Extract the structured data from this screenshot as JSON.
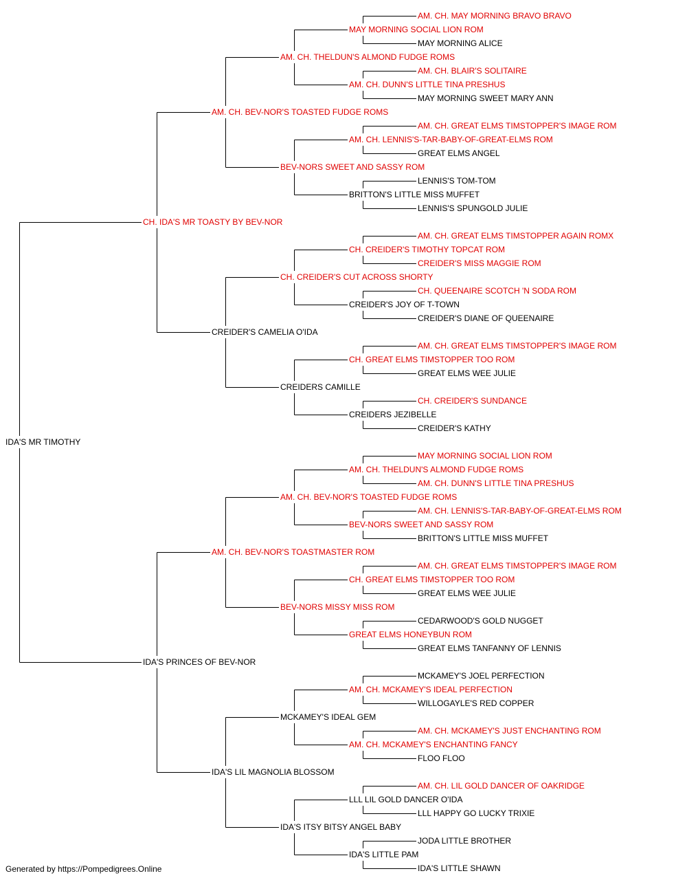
{
  "colors": {
    "champion": "#e00000",
    "plain": "#000000",
    "line": "#000000"
  },
  "footer": "Generated by https://Pompedigrees.Online",
  "pedigree": {
    "name": "IDA'S MR TIMOTHY",
    "champion": false,
    "sire": {
      "name": "CH. IDA'S MR TOASTY BY BEV-NOR",
      "champion": true,
      "sire": {
        "name": "AM. CH. BEV-NOR'S TOASTED FUDGE ROMS",
        "champion": true,
        "sire": {
          "name": "AM. CH. THELDUN'S ALMOND FUDGE ROMS",
          "champion": true,
          "sire": {
            "name": "MAY MORNING SOCIAL LION ROM",
            "champion": true,
            "sire": {
              "name": "AM. CH. MAY MORNING BRAVO BRAVO",
              "champion": true
            },
            "dam": {
              "name": "MAY MORNING ALICE",
              "champion": false
            }
          },
          "dam": {
            "name": "AM. CH. DUNN'S LITTLE TINA PRESHUS",
            "champion": true,
            "sire": {
              "name": "AM. CH. BLAIR'S SOLITAIRE",
              "champion": true
            },
            "dam": {
              "name": "MAY MORNING SWEET MARY ANN",
              "champion": false
            }
          }
        },
        "dam": {
          "name": "BEV-NORS SWEET AND SASSY ROM",
          "champion": true,
          "sire": {
            "name": "AM. CH. LENNIS'S-TAR-BABY-OF-GREAT-ELMS ROM",
            "champion": true,
            "sire": {
              "name": "AM. CH. GREAT ELMS TIMSTOPPER'S IMAGE ROM",
              "champion": true
            },
            "dam": {
              "name": "GREAT ELMS ANGEL",
              "champion": false
            }
          },
          "dam": {
            "name": "BRITTON'S LITTLE MISS MUFFET",
            "champion": false,
            "sire": {
              "name": "LENNIS'S TOM-TOM",
              "champion": false
            },
            "dam": {
              "name": "LENNIS'S SPUNGOLD JULIE",
              "champion": false
            }
          }
        }
      },
      "dam": {
        "name": "CREIDER'S CAMELIA O'IDA",
        "champion": false,
        "sire": {
          "name": "CH. CREIDER'S CUT ACROSS SHORTY",
          "champion": true,
          "sire": {
            "name": "CH. CREIDER'S TIMOTHY TOPCAT ROM",
            "champion": true,
            "sire": {
              "name": "AM. CH. GREAT ELMS TIMSTOPPER AGAIN ROMX",
              "champion": true
            },
            "dam": {
              "name": "CREIDER'S MISS MAGGIE ROM",
              "champion": true
            }
          },
          "dam": {
            "name": "CREIDER'S JOY OF T-TOWN",
            "champion": false,
            "sire": {
              "name": "CH. QUEENAIRE SCOTCH 'N SODA ROM",
              "champion": true
            },
            "dam": {
              "name": "CREIDER'S DIANE OF QUEENAIRE",
              "champion": false
            }
          }
        },
        "dam": {
          "name": "CREIDERS CAMILLE",
          "champion": false,
          "sire": {
            "name": "CH. GREAT ELMS TIMSTOPPER TOO ROM",
            "champion": true,
            "sire": {
              "name": "AM. CH. GREAT ELMS TIMSTOPPER'S IMAGE ROM",
              "champion": true
            },
            "dam": {
              "name": "GREAT ELMS WEE JULIE",
              "champion": false
            }
          },
          "dam": {
            "name": "CREIDERS JEZIBELLE",
            "champion": false,
            "sire": {
              "name": "CH. CREIDER'S SUNDANCE",
              "champion": true
            },
            "dam": {
              "name": "CREIDER'S KATHY",
              "champion": false
            }
          }
        }
      }
    },
    "dam": {
      "name": "IDA'S PRINCES OF BEV-NOR",
      "champion": false,
      "sire": {
        "name": "AM. CH. BEV-NOR'S TOASTMASTER ROM",
        "champion": true,
        "sire": {
          "name": "AM. CH. BEV-NOR'S TOASTED FUDGE ROMS",
          "champion": true,
          "sire": {
            "name": "AM. CH. THELDUN'S ALMOND FUDGE ROMS",
            "champion": true,
            "sire": {
              "name": "MAY MORNING SOCIAL LION ROM",
              "champion": true
            },
            "dam": {
              "name": "AM. CH. DUNN'S LITTLE TINA PRESHUS",
              "champion": true
            }
          },
          "dam": {
            "name": "BEV-NORS SWEET AND SASSY ROM",
            "champion": true,
            "sire": {
              "name": "AM. CH. LENNIS'S-TAR-BABY-OF-GREAT-ELMS ROM",
              "champion": true
            },
            "dam": {
              "name": "BRITTON'S LITTLE MISS MUFFET",
              "champion": false
            }
          }
        },
        "dam": {
          "name": "BEV-NORS MISSY MISS ROM",
          "champion": true,
          "sire": {
            "name": "CH. GREAT ELMS TIMSTOPPER TOO ROM",
            "champion": true,
            "sire": {
              "name": "AM. CH. GREAT ELMS TIMSTOPPER'S IMAGE ROM",
              "champion": true
            },
            "dam": {
              "name": "GREAT ELMS WEE JULIE",
              "champion": false
            }
          },
          "dam": {
            "name": "GREAT ELMS HONEYBUN ROM",
            "champion": true,
            "sire": {
              "name": "CEDARWOOD'S GOLD NUGGET",
              "champion": false
            },
            "dam": {
              "name": "GREAT ELMS TANFANNY OF LENNIS",
              "champion": false
            }
          }
        }
      },
      "dam": {
        "name": "IDA'S LIL MAGNOLIA BLOSSOM",
        "champion": false,
        "sire": {
          "name": "MCKAMEY'S IDEAL GEM",
          "champion": false,
          "sire": {
            "name": "AM. CH. MCKAMEY'S IDEAL PERFECTION",
            "champion": true,
            "sire": {
              "name": "MCKAMEY'S JOEL PERFECTION",
              "champion": false
            },
            "dam": {
              "name": "WILLOGAYLE'S RED COPPER",
              "champion": false
            }
          },
          "dam": {
            "name": "AM. CH. MCKAMEY'S ENCHANTING FANCY",
            "champion": true,
            "sire": {
              "name": "AM. CH. MCKAMEY'S JUST ENCHANTING ROM",
              "champion": true
            },
            "dam": {
              "name": "FLOO FLOO",
              "champion": false
            }
          }
        },
        "dam": {
          "name": "IDA'S ITSY BITSY ANGEL BABY",
          "champion": false,
          "sire": {
            "name": "LLL LIL GOLD DANCER O'IDA",
            "champion": false,
            "sire": {
              "name": "AM. CH. LIL GOLD DANCER OF OAKRIDGE",
              "champion": true
            },
            "dam": {
              "name": "LLL HAPPY GO LUCKY TRIXIE",
              "champion": false
            }
          },
          "dam": {
            "name": "IDA'S LITTLE PAM",
            "champion": false,
            "sire": {
              "name": "JODA LITTLE BROTHER",
              "champion": false
            },
            "dam": {
              "name": "IDA'S LITTLE SHAWN",
              "champion": false
            }
          }
        }
      }
    }
  }
}
